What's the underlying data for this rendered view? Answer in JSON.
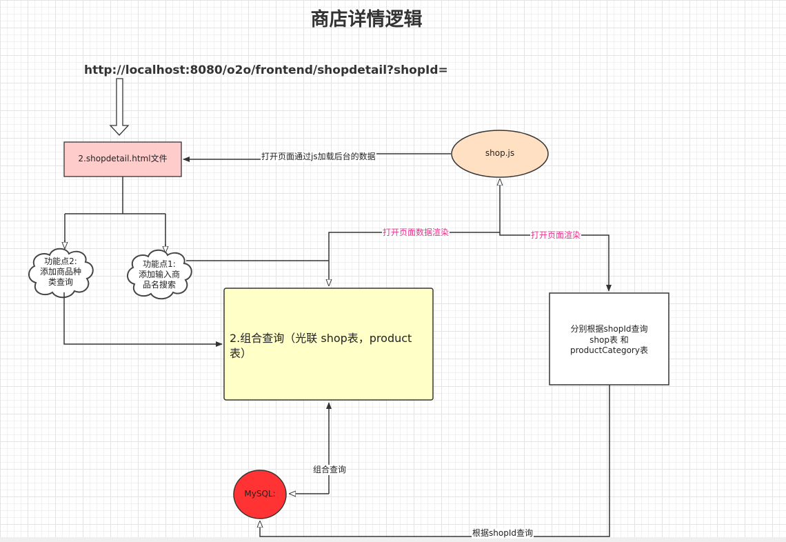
{
  "title": "商店详情逻辑",
  "url": "http://localhost:8080/o2o/frontend/shopdetail?shopId=",
  "nodes": {
    "html_file": "2.shopdetail.html文件",
    "shop_js": "shop.js",
    "feature2": [
      "功能点2:",
      "添加商品种",
      "类查询"
    ],
    "feature1": [
      "功能点1:",
      "添加输入商",
      "品名搜索"
    ],
    "combined_query": "2.组合查询（光联 shop表，product表）",
    "query_box": [
      "分别根据shopId查询",
      "shop表  和",
      "productCategory表"
    ],
    "mysql": "MySQL:"
  },
  "edge_labels": {
    "load_backend": "打开页面通过js加载后台的数据",
    "render_data": "打开页面数据渲染",
    "render_page": "打开页面渲染",
    "combined": "组合查询",
    "by_shopid": "根据shopId查询"
  },
  "colors": {
    "html_file_fill": "#ffcccc",
    "shop_js_fill": "#ffe0c2",
    "combined_fill": "#ffffc8",
    "mysql_fill": "#ff3333",
    "edge_label_pink": "#e8318a"
  }
}
